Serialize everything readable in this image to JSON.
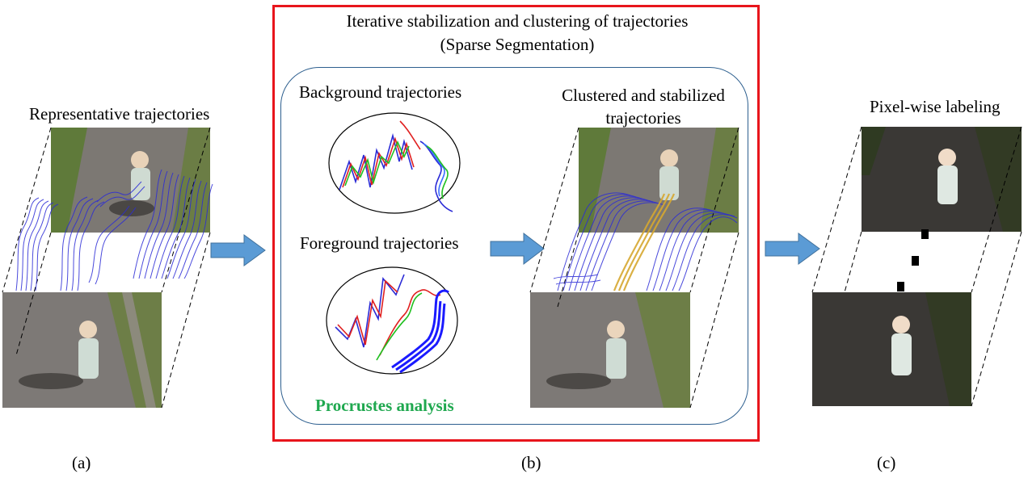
{
  "panel_a": {
    "title": "Representative trajectories",
    "caption": "(a)"
  },
  "panel_b": {
    "title_line1": "Iterative stabilization and clustering of trajectories",
    "title_line2": "(Sparse Segmentation)",
    "background_label": "Background trajectories",
    "foreground_label": "Foreground trajectories",
    "clustered_label": "Clustered and stabilized trajectories",
    "method_label": "Procrustes analysis",
    "caption": "(b)"
  },
  "panel_c": {
    "title": "Pixel-wise labeling",
    "caption": "(c)"
  },
  "colors": {
    "frame_border": "#e8151c",
    "arrow": "#5b9bd5",
    "method_text": "#1fa84f",
    "trajectory_blue": "#2b2bd6",
    "trajectory_gold": "#d6a830",
    "trajectory_red": "#e02020",
    "trajectory_green": "#20c020"
  }
}
